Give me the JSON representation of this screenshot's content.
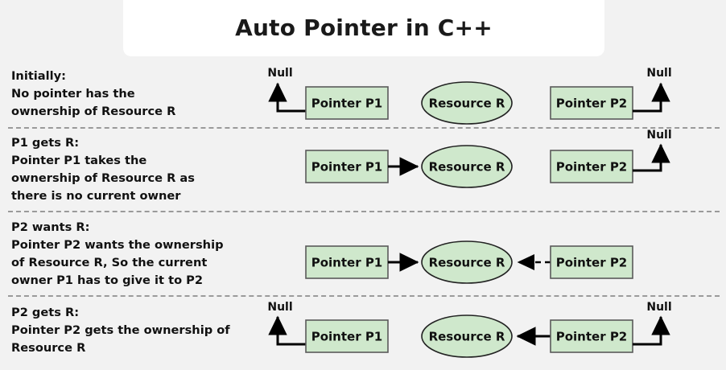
{
  "title": "Auto Pointer in C++",
  "background_color": "#f2f2f2",
  "banner_color": "#ffffff",
  "node_fill_color": "#cfe8cc",
  "node_stroke_color": "#5a5a5a",
  "labels": {
    "pointer_p1": "Pointer P1",
    "pointer_p2": "Pointer P2",
    "resource_r": "Resource R",
    "null": "Null"
  },
  "rows": [
    {
      "id": "initially",
      "heading": "Initially:",
      "description": "No pointer has the\nownership of Resource R",
      "text": "Initially:\nNo pointer has the\nownership of Resource R",
      "p1_null": true,
      "p2_null": true,
      "p1_to_r": "none",
      "p2_to_r": "none"
    },
    {
      "id": "p1-gets-r",
      "heading": "P1 gets R:",
      "description": "Pointer P1 takes the\nownership of Resource R as\nthere is no current owner",
      "text": "P1 gets R:\nPointer P1 takes the\nownership of Resource R as\nthere is no current owner",
      "p1_null": false,
      "p2_null": true,
      "p1_to_r": "solid",
      "p2_to_r": "none"
    },
    {
      "id": "p2-wants-r",
      "heading": "P2 wants R:",
      "description": "Pointer P2 wants the ownership\nof Resource R, So the current\nowner P1 has to give it to P2",
      "text": "P2 wants R:\nPointer P2 wants the ownership\nof Resource R, So the current\nowner P1 has to give it to P2",
      "p1_null": false,
      "p2_null": false,
      "p1_to_r": "solid",
      "p2_to_r": "dashed"
    },
    {
      "id": "p2-gets-r",
      "heading": "P2 gets R:",
      "description": "Pointer P2 gets the ownership of\nResource R",
      "text": "P2 gets R:\nPointer P2 gets the ownership of\nResource R",
      "p1_null": true,
      "p2_null": true,
      "p1_to_r": "none",
      "p2_to_r": "solid"
    }
  ]
}
